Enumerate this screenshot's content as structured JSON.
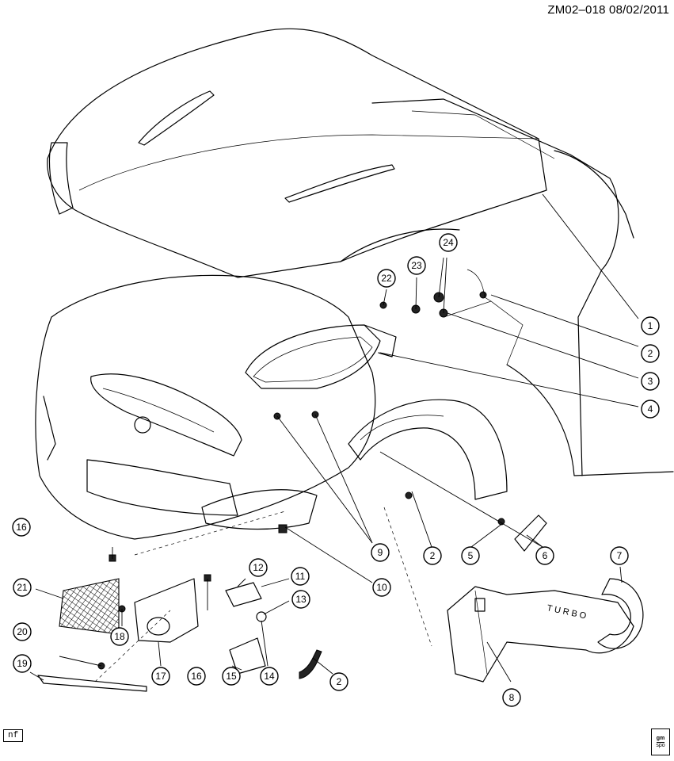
{
  "header": {
    "drawing_id": "ZM02–018  08/02/2011"
  },
  "footer": {
    "nf_label": "nf",
    "logo": {
      "line1": "gm",
      "line2": "spo"
    }
  },
  "embossed_text": {
    "turbo": "T U R B O"
  },
  "callouts": [
    {
      "id": "c1",
      "label": "1"
    },
    {
      "id": "c2a",
      "label": "2"
    },
    {
      "id": "c3",
      "label": "3"
    },
    {
      "id": "c4",
      "label": "4"
    },
    {
      "id": "c2b",
      "label": "2"
    },
    {
      "id": "c5",
      "label": "5"
    },
    {
      "id": "c6",
      "label": "6"
    },
    {
      "id": "c7",
      "label": "7"
    },
    {
      "id": "c8",
      "label": "8"
    },
    {
      "id": "c9",
      "label": "9"
    },
    {
      "id": "c10",
      "label": "10"
    },
    {
      "id": "c11",
      "label": "11"
    },
    {
      "id": "c12",
      "label": "12"
    },
    {
      "id": "c13",
      "label": "13"
    },
    {
      "id": "c14",
      "label": "14"
    },
    {
      "id": "c15",
      "label": "15"
    },
    {
      "id": "c16a",
      "label": "16"
    },
    {
      "id": "c16b",
      "label": "16"
    },
    {
      "id": "c17",
      "label": "17"
    },
    {
      "id": "c18",
      "label": "18"
    },
    {
      "id": "c19",
      "label": "19"
    },
    {
      "id": "c20",
      "label": "20"
    },
    {
      "id": "c21",
      "label": "21"
    },
    {
      "id": "c22",
      "label": "22"
    },
    {
      "id": "c23",
      "label": "23"
    },
    {
      "id": "c24",
      "label": "24"
    },
    {
      "id": "c2c",
      "label": "2"
    }
  ]
}
